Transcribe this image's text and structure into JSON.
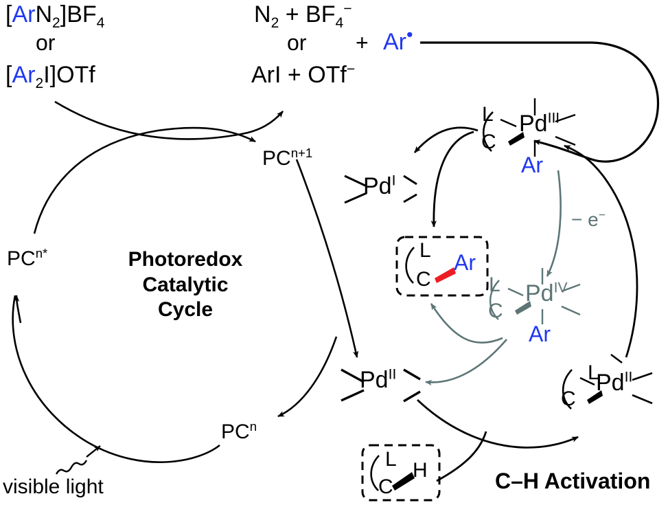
{
  "figure": {
    "kind": "reaction-scheme",
    "title": "Photoredox / Pd dual catalytic cycle for C–H arylation",
    "colors": {
      "black": "#000000",
      "aryl_blue": "#2038f0",
      "pd4_gray": "#5d7576",
      "bond_red": "#ee1c24",
      "background": "#ffffff"
    }
  },
  "reagents": {
    "diazonium_pre": "[",
    "diazonium_ar": "Ar",
    "diazonium_post": "N",
    "diazonium_sub": "2",
    "diazonium_tail": "]BF",
    "diazonium_tail_sub": "4",
    "or_left": "or",
    "iodonium_pre": "[",
    "iodonium_ar": "Ar",
    "iodonium_sub": "2",
    "iodonium_post": "I]OTf",
    "line1_full": "[ArN2]BF4",
    "line2_full": "[Ar2I]OTf"
  },
  "byproducts": {
    "line1_n2": "N",
    "line1_n2_sub": "2",
    "line1_mid": " + BF",
    "line1_sub": "4",
    "line1_charge": "−",
    "or_center": "or",
    "line3_pre": "ArI + OTf",
    "line3_charge": "−",
    "plus": "+",
    "aryl_radical": "Ar",
    "radical_dot": "•"
  },
  "photocatalyst": {
    "excited": "PC",
    "excited_sup": "n*",
    "oxidized": "PC",
    "oxidized_sup": "n+1",
    "ground": "PC",
    "ground_sup": "n",
    "cycle_line1": "Photoredox",
    "cycle_line2": "Catalytic",
    "cycle_line3": "Cycle",
    "light_label": "visible light"
  },
  "palladium": {
    "pd_symbol": "Pd",
    "pd1_sup": "I",
    "pd2_sup": "II",
    "pd3_sup": "III",
    "pd4_sup": "IV",
    "ligand_L": "L",
    "ligand_C": "C",
    "aryl": "Ar",
    "hydride": "H",
    "electron_loss": "− e",
    "electron_charge": "−"
  },
  "annotations": {
    "ch_activation": "C–H Activation"
  },
  "boxes": {
    "product_box": {
      "L": "L",
      "C": "C",
      "Ar": "Ar",
      "bond": "red-wedge"
    },
    "substrate_box": {
      "L": "L",
      "C": "C",
      "H": "H",
      "bond": "black-wedge"
    }
  },
  "icons": {
    "photon": "squiggly-arrow-icon",
    "radical": "radical-dot-icon",
    "wedge_red": "red-wedge-bond-icon",
    "wedge_black": "black-wedge-bond-icon"
  }
}
